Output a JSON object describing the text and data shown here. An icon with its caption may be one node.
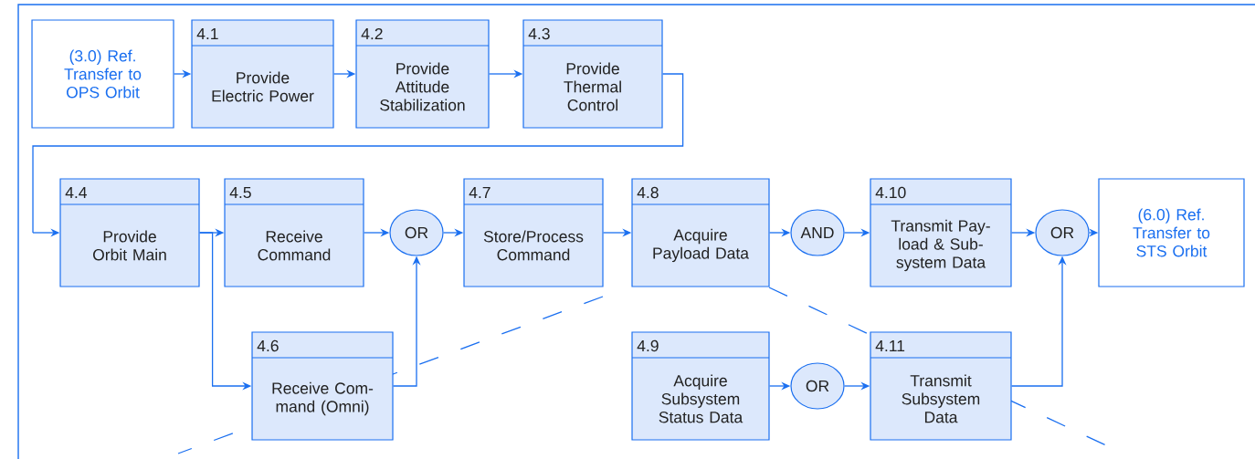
{
  "diagram": {
    "nodes": [
      {
        "text": [
          "(3.0) Ref. Transfer to OPS Orbit"
        ]
      },
      {
        "text": [
          "4.1",
          "Provide Electric Power"
        ]
      },
      {
        "text": [
          "4.2",
          "Provide Attitude Stabilization"
        ]
      },
      {
        "text": [
          "4.3",
          "Provide Thermal Control"
        ]
      },
      {
        "text": [
          "4.4",
          "Provide Orbit Main"
        ]
      },
      {
        "text": [
          "4.5",
          "Receive Command"
        ]
      },
      {
        "text": [
          "4.6",
          "Receive Com- mand (Omni)"
        ]
      },
      {
        "text": [
          "OR"
        ]
      },
      {
        "text": [
          "4.7",
          "Store/Process Command"
        ]
      },
      {
        "text": [
          "4.8",
          "Acquire Payload Data"
        ]
      },
      {
        "text": [
          "AND"
        ]
      },
      {
        "text": [
          "4.10",
          "Transmit Pay- load & Sub- system Data"
        ]
      },
      {
        "text": [
          "OR"
        ]
      },
      {
        "text": [
          "(6.0) Ref. Transfer to STS Orbit"
        ]
      },
      {
        "text": [
          "4.9",
          "Acquire Subsystem Status Data"
        ]
      },
      {
        "text": [
          "OR"
        ]
      },
      {
        "text": [
          "4.11",
          "Transmit Subsystem Data"
        ]
      }
    ],
    "edges": [
      {
        "from": 0,
        "to": 1,
        "arrow": "to"
      },
      {
        "from": 1,
        "to": 2,
        "arrow": "to"
      },
      {
        "from": 2,
        "to": 3,
        "arrow": "to"
      },
      {
        "from": 3,
        "to": 4,
        "arrow": "to"
      },
      {
        "from": 4,
        "to": 5,
        "arrow": "to"
      },
      {
        "from": 4,
        "to": 6,
        "arrow": "to"
      },
      {
        "from": 5,
        "to": 7,
        "arrow": "to"
      },
      {
        "from": 6,
        "to": 7,
        "arrow": "to"
      },
      {
        "from": 7,
        "to": 8,
        "arrow": "to"
      },
      {
        "from": 8,
        "to": 9,
        "arrow": "to"
      },
      {
        "from": 9,
        "to": 10,
        "arrow": "to"
      },
      {
        "from": 10,
        "to": 11,
        "arrow": "to"
      },
      {
        "from": 11,
        "to": 12,
        "arrow": "to"
      },
      {
        "from": 12,
        "to": 13,
        "arrow": "to"
      },
      {
        "from": 14,
        "to": 15,
        "arrow": "to"
      },
      {
        "from": 15,
        "to": 16,
        "arrow": "to"
      },
      {
        "from": 16,
        "to": 12,
        "arrow": "to"
      }
    ]
  }
}
